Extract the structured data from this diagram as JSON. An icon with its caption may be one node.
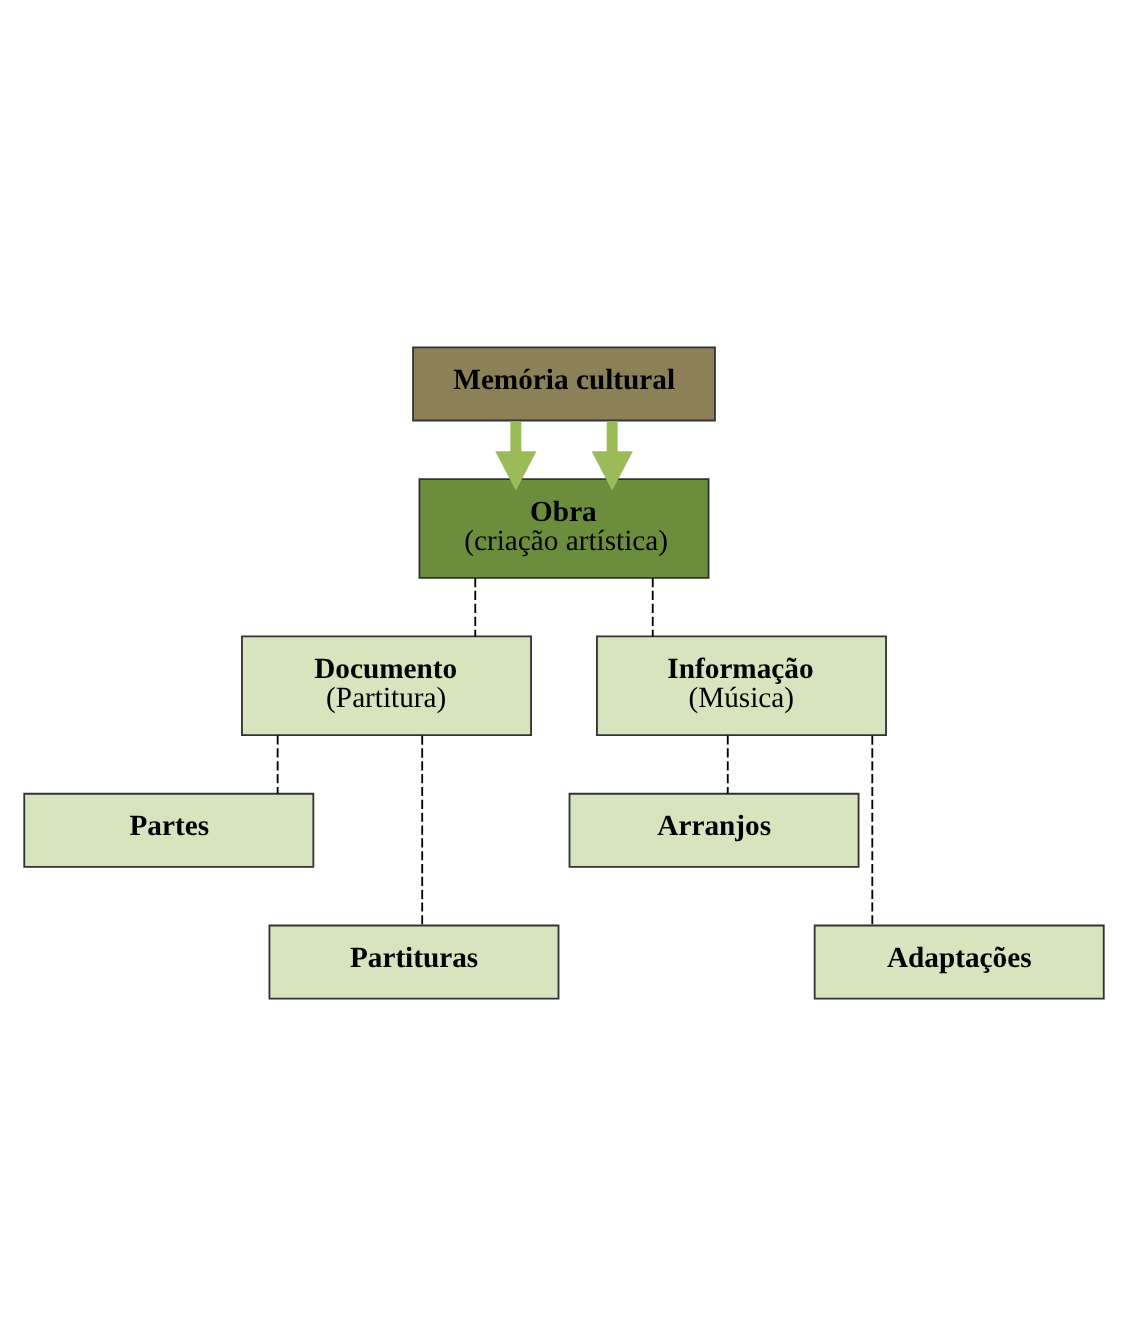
{
  "diagram": {
    "nodes": [
      {
        "text": [
          "Memória cultural"
        ]
      },
      {
        "text": [
          "Obra",
          "(criação artística)"
        ]
      },
      {
        "text": [
          "Documento",
          "(Partitura)"
        ]
      },
      {
        "text": [
          "Informação",
          "(Música)"
        ]
      },
      {
        "text": [
          "Partes"
        ]
      },
      {
        "text": [
          "Partituras"
        ]
      },
      {
        "text": [
          "Arranjos"
        ]
      },
      {
        "text": [
          "Adaptações"
        ]
      }
    ],
    "edges": [
      {
        "from": 0,
        "to": 1,
        "arrow": "to",
        "style": "thick",
        "color": "#9bbb59"
      },
      {
        "from": 0,
        "to": 1,
        "arrow": "to",
        "style": "thick",
        "color": "#9bbb59"
      },
      {
        "from": 1,
        "to": 2,
        "arrow": "none",
        "style": "dashed"
      },
      {
        "from": 1,
        "to": 3,
        "arrow": "none",
        "style": "dashed"
      },
      {
        "from": 2,
        "to": 4,
        "arrow": "none",
        "style": "dashed"
      },
      {
        "from": 2,
        "to": 5,
        "arrow": "none",
        "style": "dashed"
      },
      {
        "from": 3,
        "to": 6,
        "arrow": "none",
        "style": "dashed"
      },
      {
        "from": 3,
        "to": 7,
        "arrow": "none",
        "style": "dashed"
      }
    ]
  }
}
